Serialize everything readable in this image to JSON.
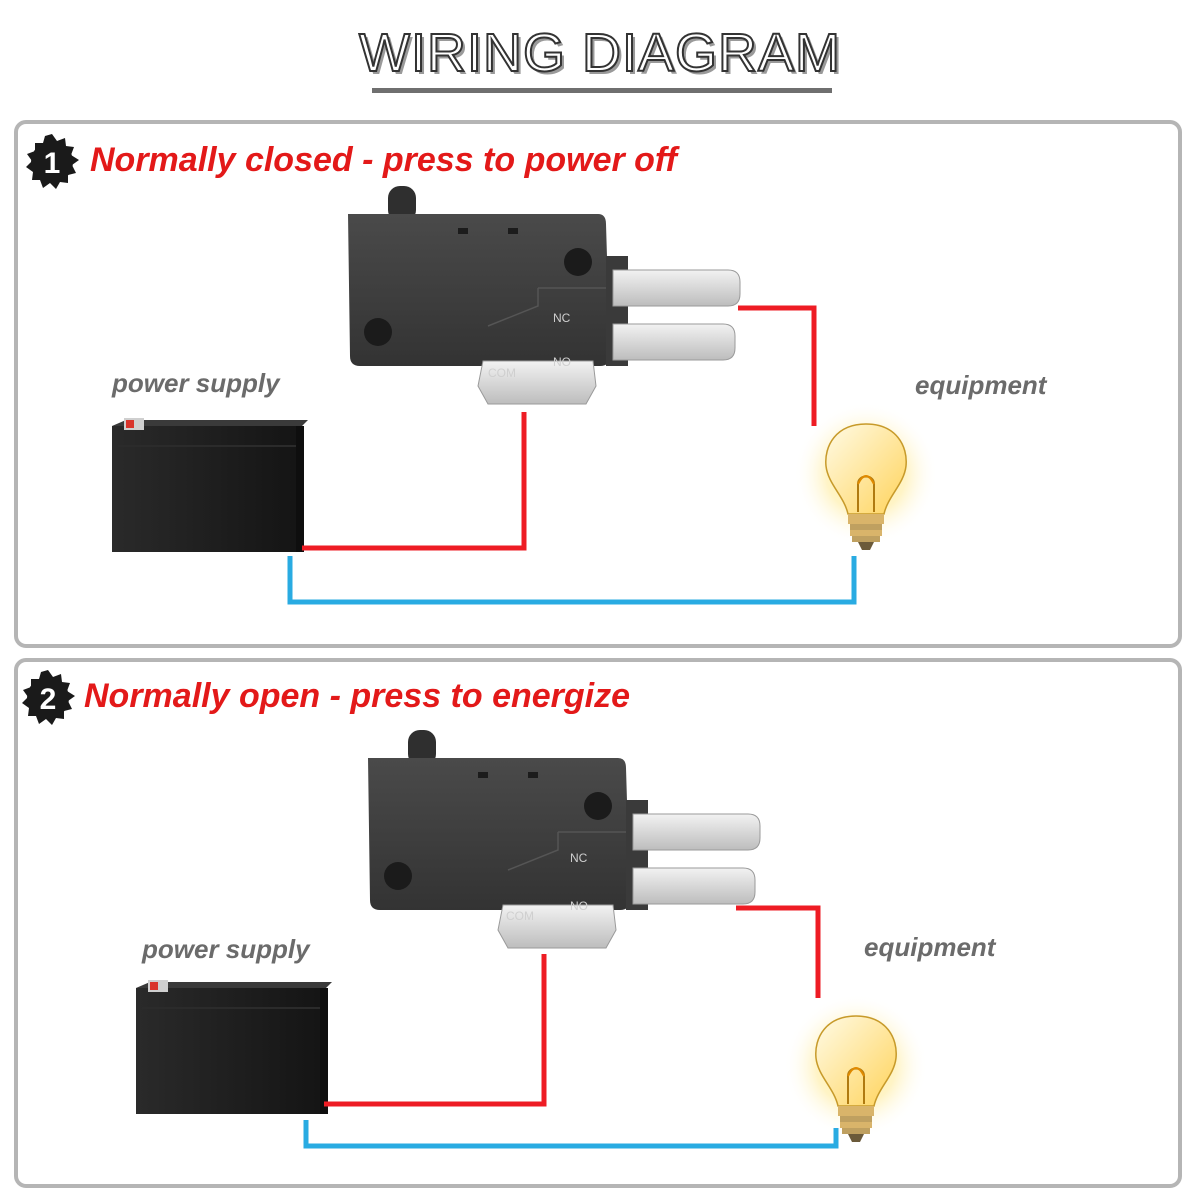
{
  "title": "WIRING DIAGRAM",
  "panels": [
    {
      "number": "1",
      "heading": "Normally closed - press to power off",
      "power_label": "power supply",
      "equipment_label": "equipment",
      "terminals": {
        "nc": "NC",
        "no": "NO",
        "com": "COM"
      }
    },
    {
      "number": "2",
      "heading": "Normally open - press to energize",
      "power_label": "power supply",
      "equipment_label": "equipment",
      "terminals": {
        "nc": "NC",
        "no": "NO",
        "com": "COM"
      }
    }
  ],
  "colors": {
    "heading": "#e31919",
    "label": "#6b6b6b",
    "wire_positive": "#ee1c24",
    "wire_negative": "#29abe2",
    "switch_body": "#3e3e3e",
    "battery_body": "#1e1e1e",
    "panel_border": "#b5b5b5"
  },
  "icons": [
    "gear-badge-icon",
    "micro-switch-icon",
    "battery-icon",
    "light-bulb-icon"
  ]
}
